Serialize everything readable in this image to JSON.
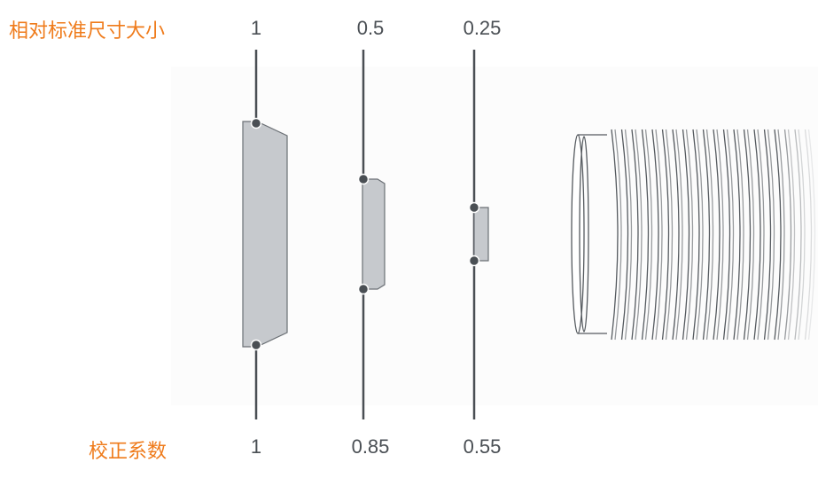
{
  "labels": {
    "relative_size": "相对标准尺寸大小",
    "correction": "校正系数"
  },
  "columns": [
    {
      "relative_size": "1",
      "correction": "1"
    },
    {
      "relative_size": "0.5",
      "correction": "0.85"
    },
    {
      "relative_size": "0.25",
      "correction": "0.55"
    }
  ],
  "colors": {
    "accent": "#ef7b1b",
    "line": "#4a4f54",
    "fill": "#c6c9cd"
  }
}
